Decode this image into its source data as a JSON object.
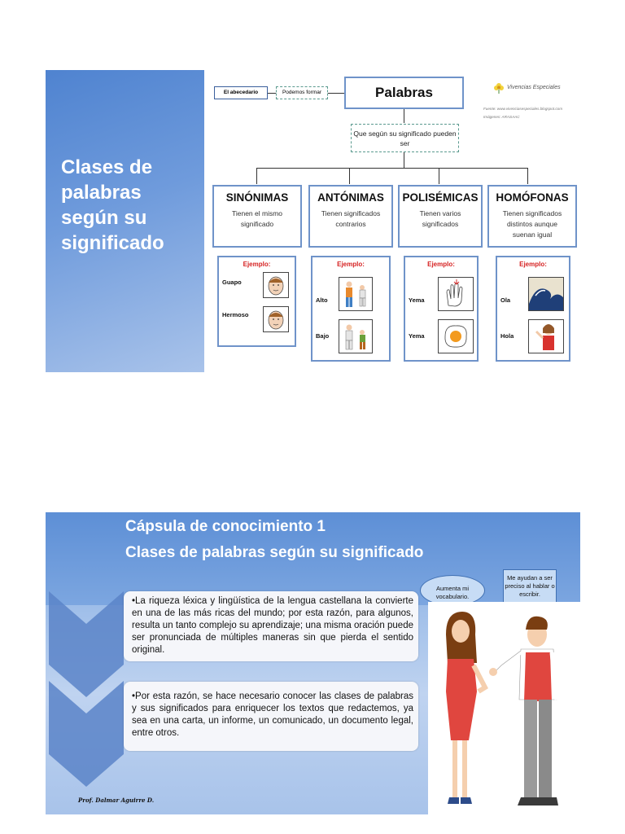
{
  "slide1": {
    "title_lines": [
      "Clases de",
      "palabras",
      "según su",
      "significado"
    ],
    "diagram": {
      "alphabet_label": "El abecedario",
      "form_label": "Podemos formar",
      "root": "Palabras",
      "subtitle": "Que según su significado pueden ser",
      "logo_text": "Vivencias Especiales",
      "source_line1": "Fuente: www.vivenciasespeciales.blogspot.com",
      "source_line2": "Imágenes: ARASAAC",
      "example_label": "Ejemplo:",
      "classes": [
        {
          "name": "SINÓNIMAS",
          "desc": "Tienen el mismo significado",
          "words": [
            "Guapo",
            "Hermoso"
          ]
        },
        {
          "name": "ANTÓNIMAS",
          "desc": "Tienen significados contrarios",
          "words": [
            "Alto",
            "Bajo"
          ]
        },
        {
          "name": "POLISÉMICAS",
          "desc": "Tienen varios significados",
          "words": [
            "Yema",
            "Yema"
          ]
        },
        {
          "name": "HOMÓFONAS",
          "desc": "Tienen significados distintos aunque suenan igual",
          "words": [
            "Ola",
            "Hola"
          ]
        }
      ]
    }
  },
  "slide2": {
    "title1": "Cápsula de conocimiento 1",
    "title2": "Clases de palabras según su significado",
    "bullet1": "La riqueza léxica y lingüística  de la lengua castellana la convierte en una de las más ricas del mundo; por esta razón, para algunos, resulta un tanto complejo su aprendizaje; una misma oración puede ser pronunciada de múltiples maneras sin que pierda el sentido original.",
    "bullet2": "Por esta razón, se hace necesario conocer las clases de palabras y sus significados para enriquecer los textos que redactemos, ya sea en una carta, un informe, un comunicado, un documento legal, entre otros.",
    "bubble_woman": "Aumenta mi vocabulario.",
    "bubble_man": "Me ayudan a ser preciso al hablar o escribir.",
    "signature": "Prof. Dalmar Aguirre D."
  }
}
